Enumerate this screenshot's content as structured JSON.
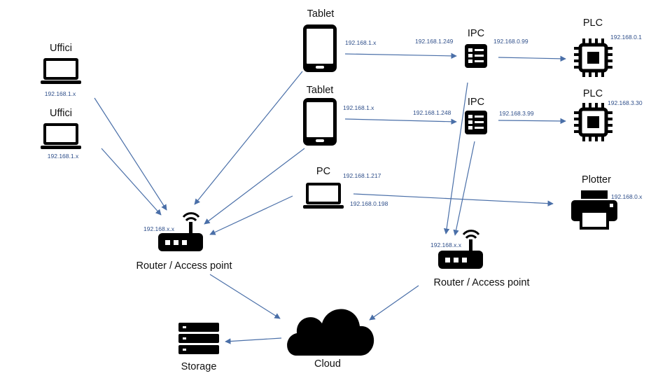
{
  "colors": {
    "ip_text": "#2f4f8a",
    "arrow": "#4a6fa8",
    "icon": "#000000"
  },
  "nodes": {
    "uffici1": {
      "label": "Uffici",
      "ip": "192.168.1.x",
      "icon": "laptop-icon"
    },
    "uffici2": {
      "label": "Uffici",
      "ip": "192.168.1.x",
      "icon": "laptop-icon"
    },
    "tablet1": {
      "label": "Tablet",
      "ip": "192.168.1.x",
      "icon": "tablet-icon"
    },
    "tablet2": {
      "label": "Tablet",
      "ip": "192.168.1.x",
      "icon": "tablet-icon"
    },
    "pc": {
      "label": "PC",
      "ip_top": "192.168.1.217",
      "ip_bottom": "192.168.0.198",
      "icon": "laptop-icon"
    },
    "ipc1": {
      "label": "IPC",
      "ip_left": "192.168.1.249",
      "ip_right": "192.168.0.99",
      "icon": "ipc-icon"
    },
    "ipc2": {
      "label": "IPC",
      "ip_left": "192.168.1.248",
      "ip_right": "192.168.3.99",
      "icon": "ipc-icon"
    },
    "plc1": {
      "label": "PLC",
      "ip": "192.168.0.1",
      "icon": "chip-icon"
    },
    "plc2": {
      "label": "PLC",
      "ip": "192.168.3.30",
      "icon": "chip-icon"
    },
    "plotter": {
      "label": "Plotter",
      "ip": "192.168.0.x",
      "icon": "printer-icon"
    },
    "router1": {
      "label": "Router / Access point",
      "ip": "192.168.x.x",
      "icon": "router-icon"
    },
    "router2": {
      "label": "Router / Access point",
      "ip": "192.168.x.x",
      "icon": "router-icon"
    },
    "cloud": {
      "label": "Cloud",
      "icon": "cloud-icon"
    },
    "storage": {
      "label": "Storage",
      "icon": "storage-icon"
    }
  }
}
